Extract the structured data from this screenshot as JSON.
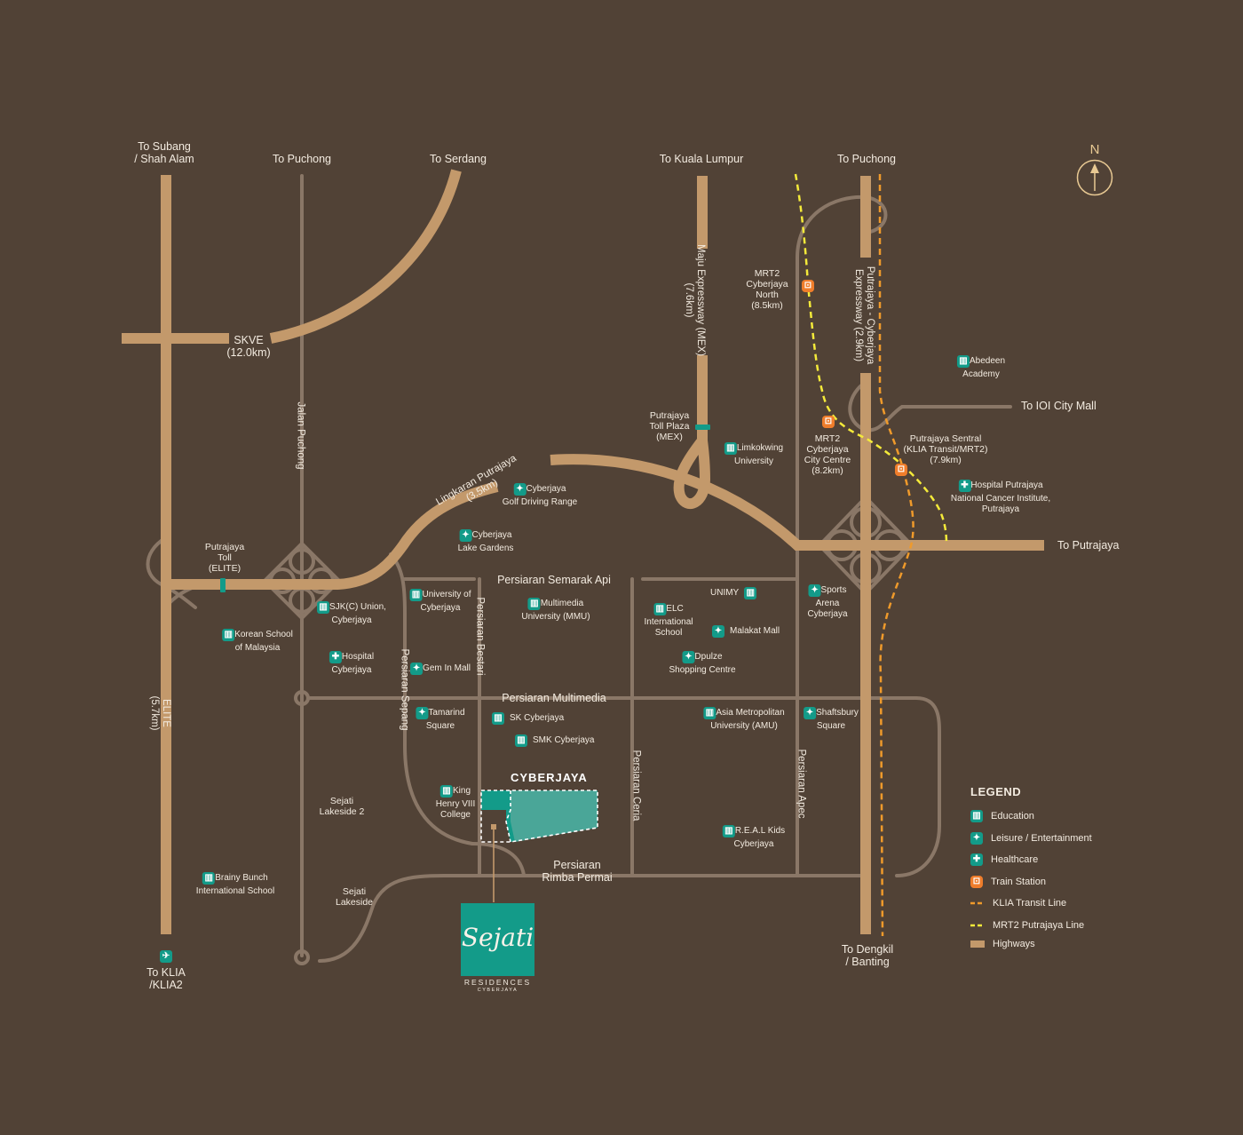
{
  "map": {
    "colors": {
      "background": "#514236",
      "highway": "#c3996b",
      "road": "#8a7767",
      "poi": "#139b89",
      "train": "#ef7d2b",
      "klia_line": "#ef9a2b",
      "mrt_line": "#f4ea3a",
      "site": "#139b89",
      "north": "#e8c993"
    },
    "north_label": "N",
    "destinations": {
      "subang": "To Subang\n/ Shah Alam",
      "puchong_w": "To Puchong",
      "serdang": "To Serdang",
      "kl": "To Kuala Lumpur",
      "puchong_e": "To Puchong",
      "ioi": "To IOI City Mall",
      "putrajaya": "To Putrajaya",
      "dengkil": "To Dengkil\n/ Banting",
      "klia": "To KLIA\n/KLIA2"
    },
    "roads": {
      "skve": "SKVE\n(12.0km)",
      "jalan_puchong": "Jalan Puchong",
      "lingkaran": "Lingkaran Putrajaya\n(3.5km)",
      "mex": "Maju Expressway (MEX)\n(7.6km)",
      "pce": "Putrajaya - Cyberjaya\nExpressway (2.9km)",
      "elite": "ELITE\n(5.7km)",
      "semarak": "Persiaran Semarak Api",
      "multimedia": "Persiaran Multimedia",
      "bestari": "Persiaran Bestari",
      "sepang": "Persiaran Sepang",
      "ceria": "Persiaran Ceria",
      "apec": "Persiaran Apec",
      "rimba": "Persiaran\nRimba Permai"
    },
    "tolls": {
      "elite_toll": "Putrajaya\nToll\n(ELITE)",
      "mex_toll": "Putrajaya\nToll Plaza\n(MEX)"
    },
    "stations": {
      "mrt_north": "MRT2\nCyberjaya\nNorth\n(8.5km)",
      "mrt_city": "MRT2\nCyberjaya\nCity Centre\n(8.2km)",
      "sentral": "Putrajaya Sentral\n(KLIA Transit/MRT2)\n(7.9km)"
    },
    "pois": [
      {
        "id": "abedeen",
        "label": "Abedeen\nAcademy",
        "icon": "education"
      },
      {
        "id": "limkokwing",
        "label": "Limkokwing\nUniversity",
        "icon": "education"
      },
      {
        "id": "hosp_putrajaya",
        "label": "Hospital Putrajaya\nNational Cancer Institute,\nPutrajaya",
        "icon": "healthcare"
      },
      {
        "id": "golf",
        "label": "Cyberjaya\nGolf Driving Range",
        "icon": "leisure"
      },
      {
        "id": "lake_gardens",
        "label": "Cyberjaya\nLake Gardens",
        "icon": "leisure"
      },
      {
        "id": "sjkc",
        "label": "SJK(C) Union,\nCyberjaya",
        "icon": "education"
      },
      {
        "id": "korean",
        "label": "Korean School\nof Malaysia",
        "icon": "education"
      },
      {
        "id": "hosp_cyber",
        "label": "Hospital\nCyberjaya",
        "icon": "healthcare"
      },
      {
        "id": "uoc",
        "label": "University of\nCyberjaya",
        "icon": "education"
      },
      {
        "id": "mmu",
        "label": "Multimedia\nUniversity (MMU)",
        "icon": "education"
      },
      {
        "id": "elc",
        "label": "ELC\nInternational\nSchool",
        "icon": "education"
      },
      {
        "id": "unimy",
        "label": "UNIMY",
        "icon": "education"
      },
      {
        "id": "malakat",
        "label": "Malakat Mall",
        "icon": "leisure"
      },
      {
        "id": "dpulze",
        "label": "Dpulze\nShopping Centre",
        "icon": "leisure"
      },
      {
        "id": "sports",
        "label": "Sports\nArena\nCyberjaya",
        "icon": "leisure"
      },
      {
        "id": "gem",
        "label": "Gem In Mall",
        "icon": "leisure"
      },
      {
        "id": "tamarind",
        "label": "Tamarind\nSquare",
        "icon": "leisure"
      },
      {
        "id": "sk",
        "label": "SK Cyberjaya",
        "icon": "education"
      },
      {
        "id": "smk",
        "label": "SMK Cyberjaya",
        "icon": "education"
      },
      {
        "id": "amu",
        "label": "Asia Metropolitan\nUniversity (AMU)",
        "icon": "education"
      },
      {
        "id": "shaftsbury",
        "label": "Shaftsbury\nSquare",
        "icon": "leisure"
      },
      {
        "id": "king_henry",
        "label": "King\nHenry VIII\nCollege",
        "icon": "education"
      },
      {
        "id": "real",
        "label": "R.E.A.L Kids\nCyberjaya",
        "icon": "education"
      },
      {
        "id": "brainy",
        "label": "Brainy Bunch\nInternational School",
        "icon": "education"
      }
    ],
    "areas": {
      "sejati_lakeside2": "Sejati\nLakeside 2",
      "sejati_lakeside": "Sejati\nLakeside",
      "cyberjaya": "CYBERJAYA"
    },
    "logo": {
      "script": "Sejati",
      "line1": "RESIDENCES",
      "line2": "CYBERJAYA"
    },
    "legend": {
      "title": "LEGEND",
      "items": [
        {
          "label": "Education",
          "icon": "education"
        },
        {
          "label": "Leisure / Entertainment",
          "icon": "leisure"
        },
        {
          "label": "Healthcare",
          "icon": "healthcare"
        },
        {
          "label": "Train Station",
          "icon": "train"
        },
        {
          "label": "KLIA Transit Line",
          "icon": "klia-line"
        },
        {
          "label": "MRT2 Putrajaya Line",
          "icon": "mrt-line"
        },
        {
          "label": "Highways",
          "icon": "highway"
        }
      ]
    }
  }
}
